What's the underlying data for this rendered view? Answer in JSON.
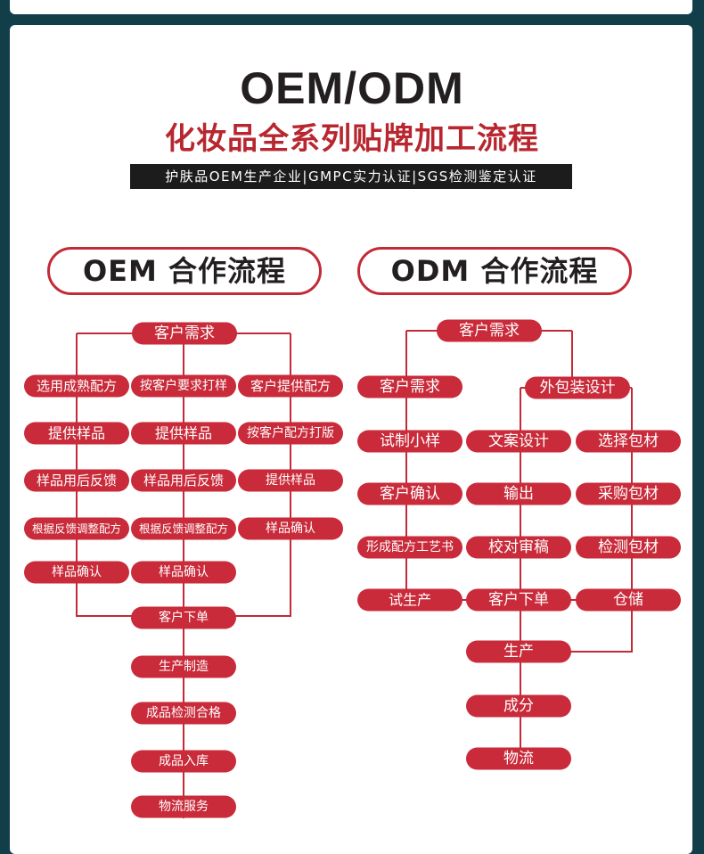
{
  "header": {
    "title": "OEM/ODM",
    "subtitle": "化妆品全系列贴牌加工流程",
    "banner": "护肤品OEM生产企业|GMPC实力认证|SGS检测鉴定认证"
  },
  "oem": {
    "heading": "OEM 合作流程",
    "nodes": [
      {
        "id": "o_req",
        "label": "客户需求"
      },
      {
        "id": "o_l1",
        "label": "选用成熟配方"
      },
      {
        "id": "o_m1",
        "label": "按客户要求打样"
      },
      {
        "id": "o_r1",
        "label": "客户提供配方"
      },
      {
        "id": "o_l2",
        "label": "提供样品"
      },
      {
        "id": "o_m2",
        "label": "提供样品"
      },
      {
        "id": "o_r2",
        "label": "按客户配方打版"
      },
      {
        "id": "o_l3",
        "label": "样品用后反馈"
      },
      {
        "id": "o_m3",
        "label": "样品用后反馈"
      },
      {
        "id": "o_r3",
        "label": "提供样品"
      },
      {
        "id": "o_l4",
        "label": "根据反馈调整配方"
      },
      {
        "id": "o_m4",
        "label": "根据反馈调整配方"
      },
      {
        "id": "o_r4",
        "label": "样品确认"
      },
      {
        "id": "o_l5",
        "label": "样品确认"
      },
      {
        "id": "o_m5",
        "label": "样品确认"
      },
      {
        "id": "o_order",
        "label": "客户下单"
      },
      {
        "id": "o_p1",
        "label": "生产制造"
      },
      {
        "id": "o_p2",
        "label": "成品检测合格"
      },
      {
        "id": "o_p3",
        "label": "成品入库"
      },
      {
        "id": "o_p4",
        "label": "物流服务"
      }
    ]
  },
  "odm": {
    "heading": "ODM 合作流程",
    "nodes": [
      {
        "id": "d_req",
        "label": "客户需求"
      },
      {
        "id": "d_l1",
        "label": "客户需求"
      },
      {
        "id": "d_pkg",
        "label": "外包装设计"
      },
      {
        "id": "d_l2",
        "label": "试制小样"
      },
      {
        "id": "d_m2",
        "label": "文案设计"
      },
      {
        "id": "d_r2",
        "label": "选择包材"
      },
      {
        "id": "d_l3",
        "label": "客户确认"
      },
      {
        "id": "d_m3",
        "label": "输出"
      },
      {
        "id": "d_r3",
        "label": "采购包材"
      },
      {
        "id": "d_l4",
        "label": "形成配方工艺书"
      },
      {
        "id": "d_m4",
        "label": "校对审稿"
      },
      {
        "id": "d_r4",
        "label": "检测包材"
      },
      {
        "id": "d_l5",
        "label": "试生产"
      },
      {
        "id": "d_m5",
        "label": "客户下单"
      },
      {
        "id": "d_r5",
        "label": "仓储"
      },
      {
        "id": "d_p1",
        "label": "生产"
      },
      {
        "id": "d_p2",
        "label": "成分"
      },
      {
        "id": "d_p3",
        "label": "物流"
      }
    ]
  }
}
